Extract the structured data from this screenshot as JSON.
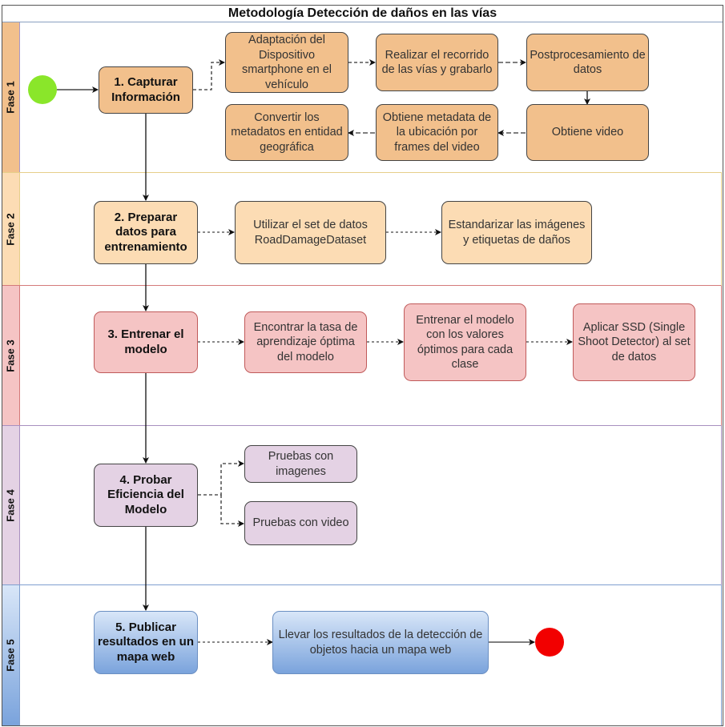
{
  "title": "Metodología Detección de daños en las vías",
  "colors": {
    "fase1_label": "#f2c08c",
    "fase1_border": "#e0b27a",
    "fase2_label": "#fcdcb4",
    "fase2_border": "#e6cf8a",
    "fase3_label": "#f5c4c4",
    "fase3_border": "#d47a7a",
    "fase4_label": "#e4d2e4",
    "fase4_border": "#a890c0",
    "fase5_label": "#a9c6ec",
    "fase5_border": "#7f9fcf",
    "start": "#8ae62a",
    "end": "#f20000"
  },
  "lanes": [
    {
      "label": "Fase 1"
    },
    {
      "label": "Fase 2"
    },
    {
      "label": "Fase 3"
    },
    {
      "label": "Fase 4"
    },
    {
      "label": "Fase 5"
    }
  ],
  "nodes": {
    "capturar": "1. Capturar Información",
    "adaptacion": "Adaptación del Dispositivo smartphone en el vehículo",
    "recorrido": "Realizar el recorrido de las vías y grabarlo",
    "postprocesamiento": "Postprocesamiento de datos",
    "obtiene_video": "Obtiene video",
    "obtiene_metadata": "Obtiene metadata de la ubicación por frames del video",
    "convertir": "Convertir los metadatos en entidad geográfica",
    "preparar": "2. Preparar datos para entrenamiento",
    "utilizar": "Utilizar el set de datos RoadDamageDataset",
    "estandarizar": "Estandarizar las imágenes y etiquetas de daños",
    "entrenar": "3. Entrenar el modelo",
    "encontrar": "Encontrar la tasa de aprendizaje óptima del modelo",
    "entrenar_valores": "Entrenar el modelo con los valores óptimos para cada clase",
    "aplicar_ssd": "Aplicar SSD (Single Shoot Detector) al set de datos",
    "probar": "4. Probar Eficiencia del Modelo",
    "pruebas_imagenes": "Pruebas con imagenes",
    "pruebas_video": "Pruebas con video",
    "publicar": "5. Publicar resultados en un mapa web",
    "llevar": "Llevar los resultados de la detección de objetos hacia un mapa web"
  }
}
